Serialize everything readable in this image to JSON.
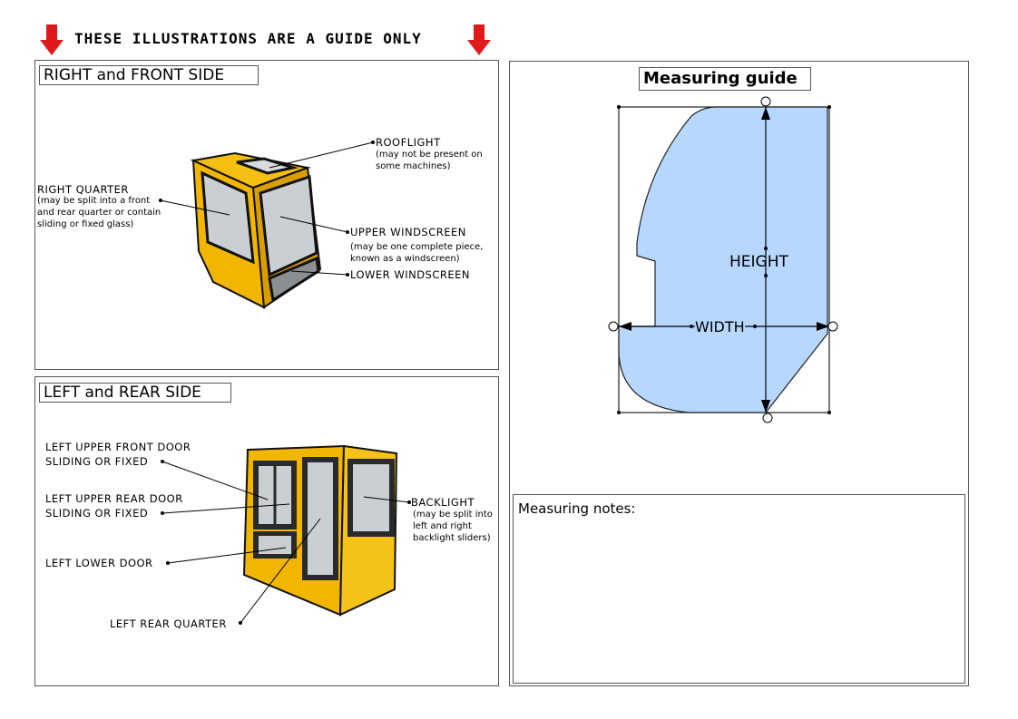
{
  "banner": "THESE ILLUSTRATIONS ARE A GUIDE ONLY",
  "colors": {
    "arrow": "#e0191b",
    "cab_yellow": "#f2b600",
    "cab_yellow_dark": "#c88f00",
    "glass": "#c9cfd3",
    "guide_fill": "#b7d7ff",
    "panel_border": "#555555"
  },
  "right_front": {
    "title": "RIGHT and FRONT SIDE",
    "rooflight": {
      "label": "ROOFLIGHT",
      "note_1": "(may not  be present on",
      "note_2": "some machines)"
    },
    "right_quarter": {
      "label": "RIGHT QUARTER",
      "note_1": "(may be split into a front",
      "note_2": "and rear quarter or contain",
      "note_3": "sliding or fixed glass)"
    },
    "upper_windscreen": {
      "label": "UPPER WINDSCREEN",
      "note_1": "(may be one complete piece,",
      "note_2": "known as a windscreen)"
    },
    "lower_windscreen": {
      "label": "LOWER WINDSCREEN"
    }
  },
  "left_rear": {
    "title": "LEFT and REAR SIDE",
    "upper_front_door": {
      "line_1": "LEFT UPPER FRONT DOOR",
      "line_2": "SLIDING OR FIXED"
    },
    "upper_rear_door": {
      "line_1": "LEFT UPPER REAR DOOR",
      "line_2": "SLIDING OR FIXED"
    },
    "lower_door": {
      "label": "LEFT LOWER DOOR"
    },
    "rear_quarter": {
      "label": "LEFT REAR QUARTER"
    },
    "backlight": {
      "label": "BACKLIGHT",
      "note_1": "(may be split into",
      "note_2": "left and right",
      "note_3": "backlight sliders)"
    }
  },
  "guide": {
    "title": "Measuring guide",
    "height_label": "HEIGHT",
    "width_label": "WIDTH"
  },
  "notes": {
    "label": "Measuring notes:"
  }
}
